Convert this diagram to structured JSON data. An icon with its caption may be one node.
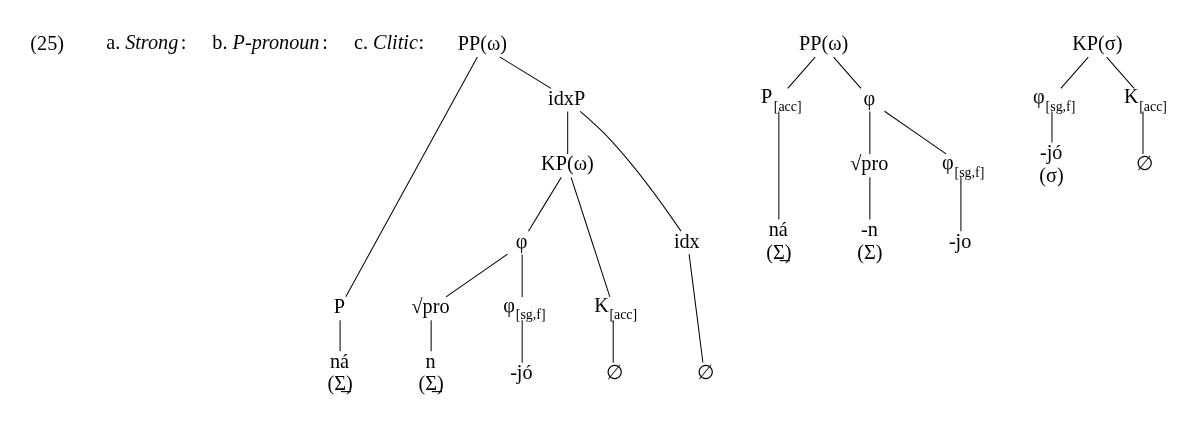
{
  "diagram": {
    "nodes": [
      {
        "text": [
          "PP(ω)"
        ]
      },
      {
        "text": [
          "P"
        ]
      },
      {
        "text": [
          "idxP"
        ]
      },
      {
        "text": [
          "KP(ω)"
        ]
      },
      {
        "text": [
          "idx"
        ]
      },
      {
        "text": [
          "φ"
        ]
      },
      {
        "text": [
          "K$_{[acc]}$"
        ]
      },
      {
        "text": [
          "√pro"
        ]
      },
      {
        "text": [
          "φ$_{[sg,f]}$"
        ]
      },
      {
        "text": [
          "ná"
        ],
        "beside": [
          "(Σ̲)"
        ]
      },
      {
        "text": [
          "n"
        ],
        "beside": [
          "(Σ̲)"
        ]
      },
      {
        "text": [
          "-jó"
        ]
      },
      {
        "text": [
          "∅"
        ]
      },
      {
        "text": [
          "∅"
        ]
      },
      {
        "text": [
          "PP(ω)"
        ]
      },
      {
        "text": [
          "P$_{[acc]}$"
        ]
      },
      {
        "text": [
          "φ"
        ]
      },
      {
        "text": [
          "√pro"
        ]
      },
      {
        "text": [
          "φ$_{[sg,f]}$"
        ]
      },
      {
        "text": [
          "ná"
        ],
        "beside": [
          "(Σ̲)"
        ]
      },
      {
        "text": [
          "-n"
        ],
        "beside": [
          "(Σ)"
        ]
      },
      {
        "text": [
          "-jo"
        ]
      },
      {
        "text": [
          "KP(σ)"
        ]
      },
      {
        "text": [
          "φ$_{[sg,f]}$"
        ]
      },
      {
        "text": [
          "K$_{[acc]}$"
        ]
      },
      {
        "text": [
          "-jó"
        ],
        "beside": [
          "(σ)"
        ]
      },
      {
        "text": [
          "∅"
        ]
      }
    ],
    "edges": [
      {
        "from": 0,
        "to": 1,
        "arrow": "none"
      },
      {
        "from": 0,
        "to": 2,
        "arrow": "none"
      },
      {
        "from": 2,
        "to": 3,
        "arrow": "none"
      },
      {
        "from": 2,
        "to": 4,
        "arrow": "none"
      },
      {
        "from": 3,
        "to": 5,
        "arrow": "none"
      },
      {
        "from": 3,
        "to": 6,
        "arrow": "none"
      },
      {
        "from": 5,
        "to": 7,
        "arrow": "none"
      },
      {
        "from": 5,
        "to": 8,
        "arrow": "none"
      },
      {
        "from": 1,
        "to": 9,
        "arrow": "none"
      },
      {
        "from": 7,
        "to": 10,
        "arrow": "none"
      },
      {
        "from": 8,
        "to": 11,
        "arrow": "none"
      },
      {
        "from": 6,
        "to": 12,
        "arrow": "none"
      },
      {
        "from": 4,
        "to": 13,
        "arrow": "none"
      },
      {
        "from": 14,
        "to": 15,
        "arrow": "none"
      },
      {
        "from": 14,
        "to": 16,
        "arrow": "none"
      },
      {
        "from": 16,
        "to": 17,
        "arrow": "none"
      },
      {
        "from": 16,
        "to": 18,
        "arrow": "none"
      },
      {
        "from": 15,
        "to": 19,
        "arrow": "none"
      },
      {
        "from": 17,
        "to": 20,
        "arrow": "none"
      },
      {
        "from": 18,
        "to": 21,
        "arrow": "none"
      },
      {
        "from": 22,
        "to": 23,
        "arrow": "none"
      },
      {
        "from": 22,
        "to": 24,
        "arrow": "none"
      },
      {
        "from": 23,
        "to": 25,
        "arrow": "none"
      },
      {
        "from": 24,
        "to": 26,
        "arrow": "none"
      }
    ],
    "labels": [
      "(25)",
      "a. *Strong*:",
      "b. *P-pronoun*:",
      "c. *Clitic*:"
    ]
  }
}
